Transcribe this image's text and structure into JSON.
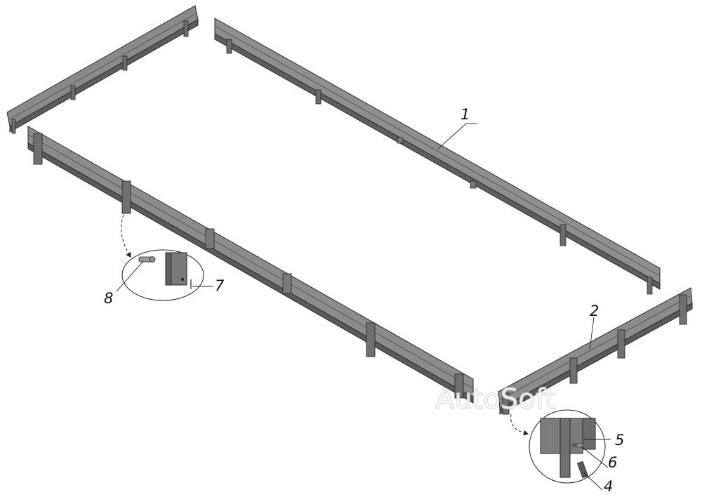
{
  "labels": {
    "c1": "1",
    "c2": "2",
    "c4": "4",
    "c5": "5",
    "c6": "6",
    "c7": "7",
    "c8": "8"
  },
  "watermark": "AutoSoft",
  "colors": {
    "board_top": "#8c8c8c",
    "board_face": "#6f6f6f",
    "board_edge": "#4e4e4e",
    "post": "#707070",
    "outline": "#2a2a2a"
  }
}
